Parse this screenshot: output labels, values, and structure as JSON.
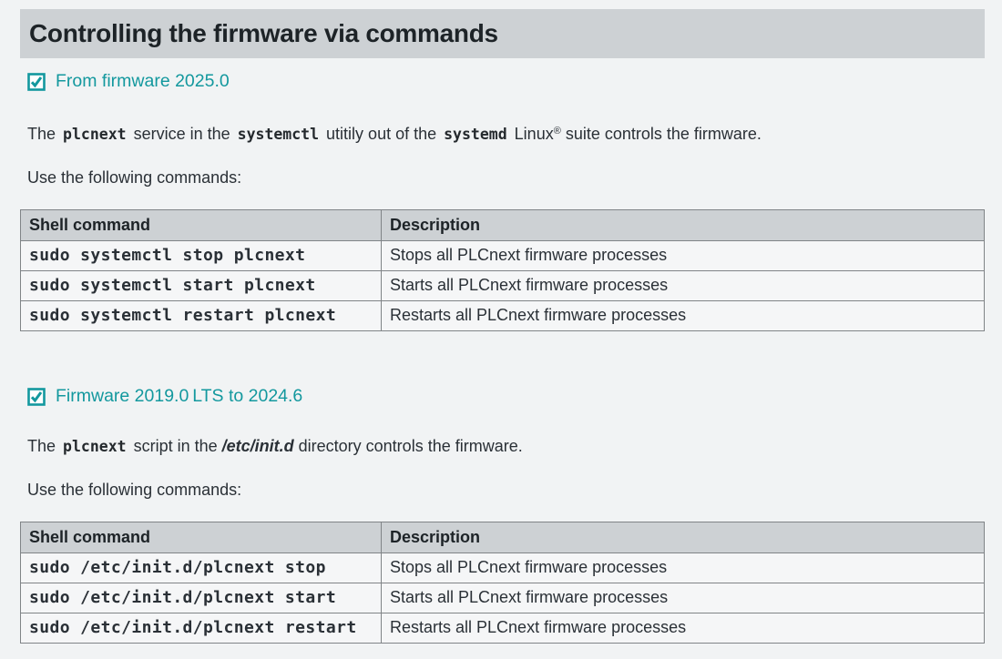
{
  "page": {
    "title": "Controlling the firmware via commands"
  },
  "colors": {
    "page_background": "#f1f3f4",
    "title_bar_background": "#cdd1d4",
    "table_header_background": "#cdd1d4",
    "table_cell_background": "#f5f6f7",
    "table_border": "#808487",
    "accent_teal": "#13989e",
    "command_blue": "#0f7ac4",
    "heading_text": "#1d2327",
    "body_text": "#2a3036"
  },
  "icons": {
    "section_checkbox": "checked-checkbox"
  },
  "sections": [
    {
      "heading": "From firmware 2025.0",
      "intro": [
        {
          "style": "text",
          "text": "The "
        },
        {
          "style": "code",
          "text": "plcnext"
        },
        {
          "style": "text",
          "text": " service in the "
        },
        {
          "style": "code",
          "text": "systemctl"
        },
        {
          "style": "text",
          "text": " utitily out of the "
        },
        {
          "style": "code",
          "text": "systemd"
        },
        {
          "style": "text",
          "text": " Linux"
        },
        {
          "style": "sup",
          "text": "®"
        },
        {
          "style": "text",
          "text": " suite controls the firmware."
        }
      ],
      "lead": "Use the following commands:",
      "table": {
        "headers": [
          "Shell command",
          "Description"
        ],
        "rows": [
          {
            "command": "sudo systemctl stop plcnext",
            "description": "Stops all PLCnext firmware processes"
          },
          {
            "command": "sudo systemctl start plcnext",
            "description": "Starts all PLCnext firmware processes"
          },
          {
            "command": "sudo systemctl restart plcnext",
            "description": "Restarts all PLCnext firmware processes"
          }
        ]
      }
    },
    {
      "heading": "Firmware 2019.0 LTS to 2024.6",
      "intro": [
        {
          "style": "text",
          "text": "The "
        },
        {
          "style": "code",
          "text": "plcnext"
        },
        {
          "style": "text",
          "text": " script in the "
        },
        {
          "style": "bold-italic",
          "text": "/etc/init.d"
        },
        {
          "style": "text",
          "text": " directory controls the firmware."
        }
      ],
      "lead": "Use the following commands:",
      "table": {
        "headers": [
          "Shell command",
          "Description"
        ],
        "rows": [
          {
            "command": "sudo /etc/init.d/plcnext stop",
            "description": "Stops all PLCnext firmware processes"
          },
          {
            "command": "sudo /etc/init.d/plcnext start",
            "description": "Starts all PLCnext firmware processes"
          },
          {
            "command": "sudo /etc/init.d/plcnext restart",
            "description": "Restarts all PLCnext firmware processes"
          }
        ]
      }
    }
  ]
}
